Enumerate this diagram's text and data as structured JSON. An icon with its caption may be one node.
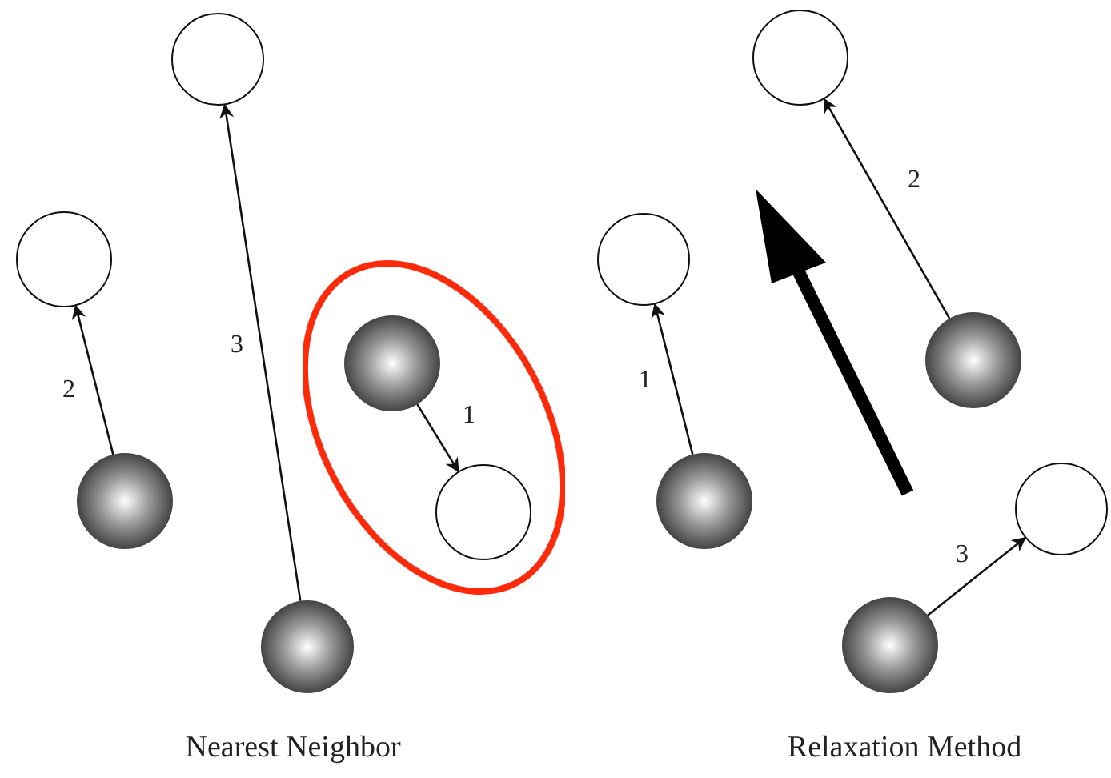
{
  "diagram": {
    "nodes": [
      {
        "text": [],
        "shape": "circle"
      },
      {
        "text": [],
        "shape": "circle"
      },
      {
        "text": [],
        "shape": "circle"
      },
      {
        "text": [],
        "shape": "circle"
      },
      {
        "text": [],
        "shape": "ellipse"
      },
      {
        "text": [],
        "shape": "sphere",
        "in": 4
      },
      {
        "text": [],
        "shape": "circle",
        "in": 4
      },
      {
        "text": [],
        "shape": "sphere"
      },
      {
        "text": [],
        "shape": "sphere"
      },
      {
        "text": [],
        "shape": "circle"
      },
      {
        "text": [],
        "shape": "sphere"
      },
      {
        "text": [],
        "shape": "sphere"
      },
      {
        "text": [],
        "shape": "sphere"
      }
    ],
    "edges": [
      {
        "from": 8,
        "to": 2,
        "arrow": "to",
        "label": "2"
      },
      {
        "from": 11,
        "to": 0,
        "arrow": "to",
        "label": "3"
      },
      {
        "from": 5,
        "to": 6,
        "arrow": "to",
        "label": "1"
      },
      {
        "from": 7,
        "to": 1,
        "arrow": "to",
        "label": "2"
      },
      {
        "from": 10,
        "to": 3,
        "arrow": "to",
        "label": "1"
      },
      {
        "from": 12,
        "to": 9,
        "arrow": "to",
        "label": "3"
      }
    ],
    "labels": [
      "Nearest Neighbor",
      "Relaxation Method"
    ]
  }
}
